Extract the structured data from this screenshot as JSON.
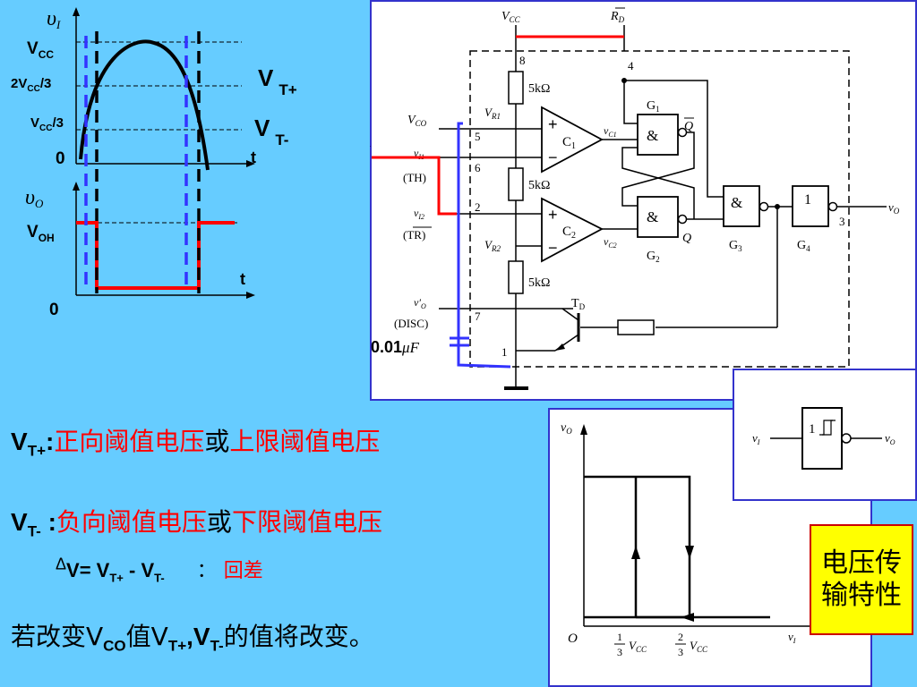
{
  "waveform": {
    "vi_label": "υ",
    "vi_sub": "I",
    "vcc": "V",
    "vcc_sub": "CC",
    "two_thirds": "2V",
    "two_thirds_sub": "CC",
    "two_thirds_tail": "/3",
    "one_third": "V",
    "one_third_sub": "CC",
    "one_third_tail": "/3",
    "zero_top": "0",
    "t_top": "t",
    "vt_plus": "V",
    "vt_plus_sub": "T+",
    "vt_minus": "V",
    "vt_minus_sub": "T-",
    "vo_label": "υ",
    "vo_sub": "O",
    "voh": "V",
    "voh_sub": "OH",
    "t_bottom": "t",
    "zero_bottom": "0"
  },
  "circuit": {
    "vcc": "V",
    "vcc_sub": "CC",
    "rd": "R",
    "rd_sub": "D",
    "pin8": "8",
    "pin4": "4",
    "pin5": "5",
    "pin6": "6",
    "pin2": "2",
    "pin7": "7",
    "pin1": "1",
    "pin3": "3",
    "r1": "5kΩ",
    "r2": "5kΩ",
    "r3": "5kΩ",
    "vr1": "V",
    "vr1_sub": "R1",
    "vr2": "V",
    "vr2_sub": "R2",
    "vco": "V",
    "vco_sub": "CO",
    "vi1": "v",
    "vi1_sub": "I1",
    "th": "(TH)",
    "vi2": "v",
    "vi2_sub": "I2",
    "tr": "(TR)",
    "vo_prime": "v′",
    "vo_prime_sub": "O",
    "disc": "(DISC)",
    "c1": "C",
    "c1_sub": "1",
    "c2": "C",
    "c2_sub": "2",
    "vc1": "v",
    "vc1_sub": "C1",
    "vc2": "v",
    "vc2_sub": "C2",
    "g1": "G",
    "g1_sub": "1",
    "g2": "G",
    "g2_sub": "2",
    "g3": "G",
    "g3_sub": "3",
    "g4": "G",
    "g4_sub": "4",
    "and_sym": "&",
    "one_sym": "1",
    "q_bar": "Q",
    "q": "Q",
    "td": "T",
    "td_sub": "D",
    "vo": "v",
    "vo_sub": "O",
    "ui_label": "υ",
    "ui_sub": "I",
    "cap_value": "0.01",
    "cap_unit": "μF"
  },
  "schmitt": {
    "vi": "v",
    "vi_sub": "I",
    "vo": "v",
    "vo_sub": "O",
    "one": "1"
  },
  "transfer": {
    "vo_axis": "v",
    "vo_axis_sub": "O",
    "vi_axis": "v",
    "vi_axis_sub": "I",
    "origin": "O",
    "frac1_num": "1",
    "frac1_den": "3",
    "frac1_tail": "V",
    "frac1_tail_sub": "CC",
    "frac2_num": "2",
    "frac2_den": "3",
    "frac2_tail": "V",
    "frac2_tail_sub": "CC"
  },
  "text": {
    "line1_prefix": "V",
    "line1_sub": "T+",
    "line1_colon": ":",
    "line1_red1": "正向阈值电压",
    "line1_or": "或",
    "line1_red2": "上限阈值电压",
    "line2_prefix": "V",
    "line2_sub": "T-",
    "line2_colon": " :",
    "line2_red1": "负向阈值电压",
    "line2_or": "或",
    "line2_red2": "下限阈值电压",
    "delta": "Δ",
    "delta_v": "V= V",
    "delta_sub1": "T+",
    "delta_minus": " - V",
    "delta_sub2": "T-",
    "delta_colon": "：",
    "hysteresis": "回差",
    "last_a": "若改变V",
    "last_sub1": "CO",
    "last_b": "值V",
    "last_sub2": "T+",
    "last_c": ",V",
    "last_sub3": "T-",
    "last_d": "的值将改变。"
  },
  "badge": {
    "line1": "电压传",
    "line2": "输特性"
  },
  "colors": {
    "background": "#66ccff",
    "accent_red": "#ff0000",
    "accent_blue": "#3333ff",
    "badge_yellow": "#ffff00"
  }
}
